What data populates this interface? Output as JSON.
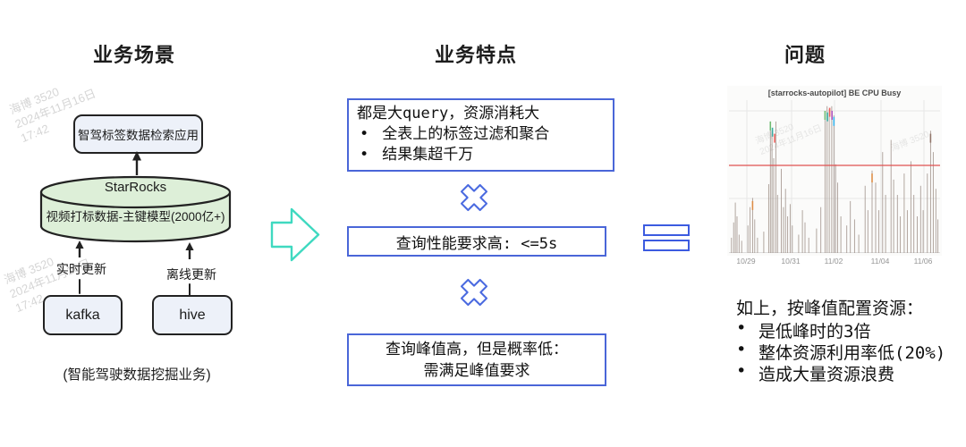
{
  "watermark": {
    "line1": "海博 3520",
    "line2": "2024年11月16日",
    "line3": "17:42"
  },
  "left": {
    "title": "业务场景",
    "app_box": "智驾标签数据检索应用",
    "cylinder_title": "StarRocks",
    "cylinder_sub": "视频打标数据-主键模型(2000亿+)",
    "realtime_label": "实时更新",
    "offline_label": "离线更新",
    "kafka_label": "kafka",
    "hive_label": "hive",
    "caption": "(智能驾驶数据挖掘业务)"
  },
  "middle": {
    "title": "业务特点",
    "box1_line1": "都是大query，资源消耗大",
    "box1_bullets": [
      "全表上的标签过滤和聚合",
      "结果集超千万"
    ],
    "bullet_char": "•",
    "box2": "查询性能要求高: <=5s",
    "box3_line1": "查询峰值高，但是概率低：",
    "box3_line2": "需满足峰值要求"
  },
  "right": {
    "title": "问题",
    "summary": "如上，按峰值配置资源：",
    "bullets": [
      "是低峰时的3倍",
      "整体资源利用率低(20%)",
      "造成大量资源浪费"
    ]
  },
  "chart_data": {
    "type": "line",
    "title": "[starrocks-autopilot] BE CPU Busy",
    "x_ticks": [
      "10/29",
      "10/31",
      "11/02",
      "11/04",
      "11/06"
    ],
    "grid": true,
    "spike_color": "#9c8d85",
    "threshold_color": "#e05252",
    "threshold_frac": 0.427,
    "spikes": [
      [
        0.012,
        0.1
      ],
      [
        0.022,
        0.2
      ],
      [
        0.03,
        0.33
      ],
      [
        0.038,
        0.24
      ],
      [
        0.048,
        0.12
      ],
      [
        0.06,
        0.08
      ],
      [
        0.09,
        0.18
      ],
      [
        0.1,
        0.3
      ],
      [
        0.112,
        0.36
      ],
      [
        0.122,
        0.22
      ],
      [
        0.135,
        0.1
      ],
      [
        0.165,
        0.14
      ],
      [
        0.188,
        0.45
      ],
      [
        0.196,
        0.86
      ],
      [
        0.204,
        0.8
      ],
      [
        0.212,
        0.62
      ],
      [
        0.222,
        0.86
      ],
      [
        0.23,
        0.38
      ],
      [
        0.248,
        0.55
      ],
      [
        0.258,
        0.3
      ],
      [
        0.268,
        0.42
      ],
      [
        0.278,
        0.24
      ],
      [
        0.29,
        0.32
      ],
      [
        0.3,
        0.18
      ],
      [
        0.33,
        0.12
      ],
      [
        0.348,
        0.28
      ],
      [
        0.36,
        0.2
      ],
      [
        0.378,
        0.1
      ],
      [
        0.415,
        0.16
      ],
      [
        0.435,
        0.3
      ],
      [
        0.455,
        0.93
      ],
      [
        0.465,
        0.96
      ],
      [
        0.475,
        0.94
      ],
      [
        0.487,
        0.96
      ],
      [
        0.497,
        0.9
      ],
      [
        0.505,
        0.58
      ],
      [
        0.515,
        0.46
      ],
      [
        0.53,
        0.24
      ],
      [
        0.558,
        0.18
      ],
      [
        0.575,
        0.34
      ],
      [
        0.595,
        0.22
      ],
      [
        0.615,
        0.12
      ],
      [
        0.645,
        0.44
      ],
      [
        0.658,
        0.28
      ],
      [
        0.678,
        0.54
      ],
      [
        0.695,
        0.46
      ],
      [
        0.71,
        0.28
      ],
      [
        0.728,
        0.66
      ],
      [
        0.742,
        0.38
      ],
      [
        0.768,
        0.74
      ],
      [
        0.78,
        0.48
      ],
      [
        0.798,
        0.38
      ],
      [
        0.812,
        0.24
      ],
      [
        0.83,
        0.52
      ],
      [
        0.845,
        0.28
      ],
      [
        0.862,
        0.6
      ],
      [
        0.876,
        0.38
      ],
      [
        0.892,
        0.24
      ],
      [
        0.908,
        0.44
      ],
      [
        0.92,
        0.28
      ],
      [
        0.94,
        0.52
      ],
      [
        0.955,
        0.8
      ],
      [
        0.968,
        0.66
      ],
      [
        0.98,
        0.42
      ],
      [
        0.99,
        0.22
      ]
    ],
    "accents": [
      [
        0.196,
        0.86,
        "#66bb6a"
      ],
      [
        0.206,
        0.82,
        "#26a69a"
      ],
      [
        0.216,
        0.78,
        "#ef5350"
      ],
      [
        0.455,
        0.93,
        "#66bb6a"
      ],
      [
        0.466,
        0.92,
        "#26a69a"
      ],
      [
        0.477,
        0.95,
        "#ef5350"
      ],
      [
        0.488,
        0.93,
        "#ab47bc"
      ],
      [
        0.497,
        0.89,
        "#29b6f6"
      ],
      [
        0.112,
        0.34,
        "#e08a3c"
      ],
      [
        0.678,
        0.52,
        "#e08a3c"
      ],
      [
        0.955,
        0.78,
        "#8d6e63"
      ]
    ]
  },
  "colors": {
    "box_border_blue": "#4a66d8",
    "icon_blue": "#4a6ae0",
    "equals_blue": "#3c5be0",
    "arrow_teal": "#3fd9c0",
    "cylinder_green": "#ddefd8",
    "node_fill": "#edf1f9",
    "stroke_dark": "#222222"
  }
}
